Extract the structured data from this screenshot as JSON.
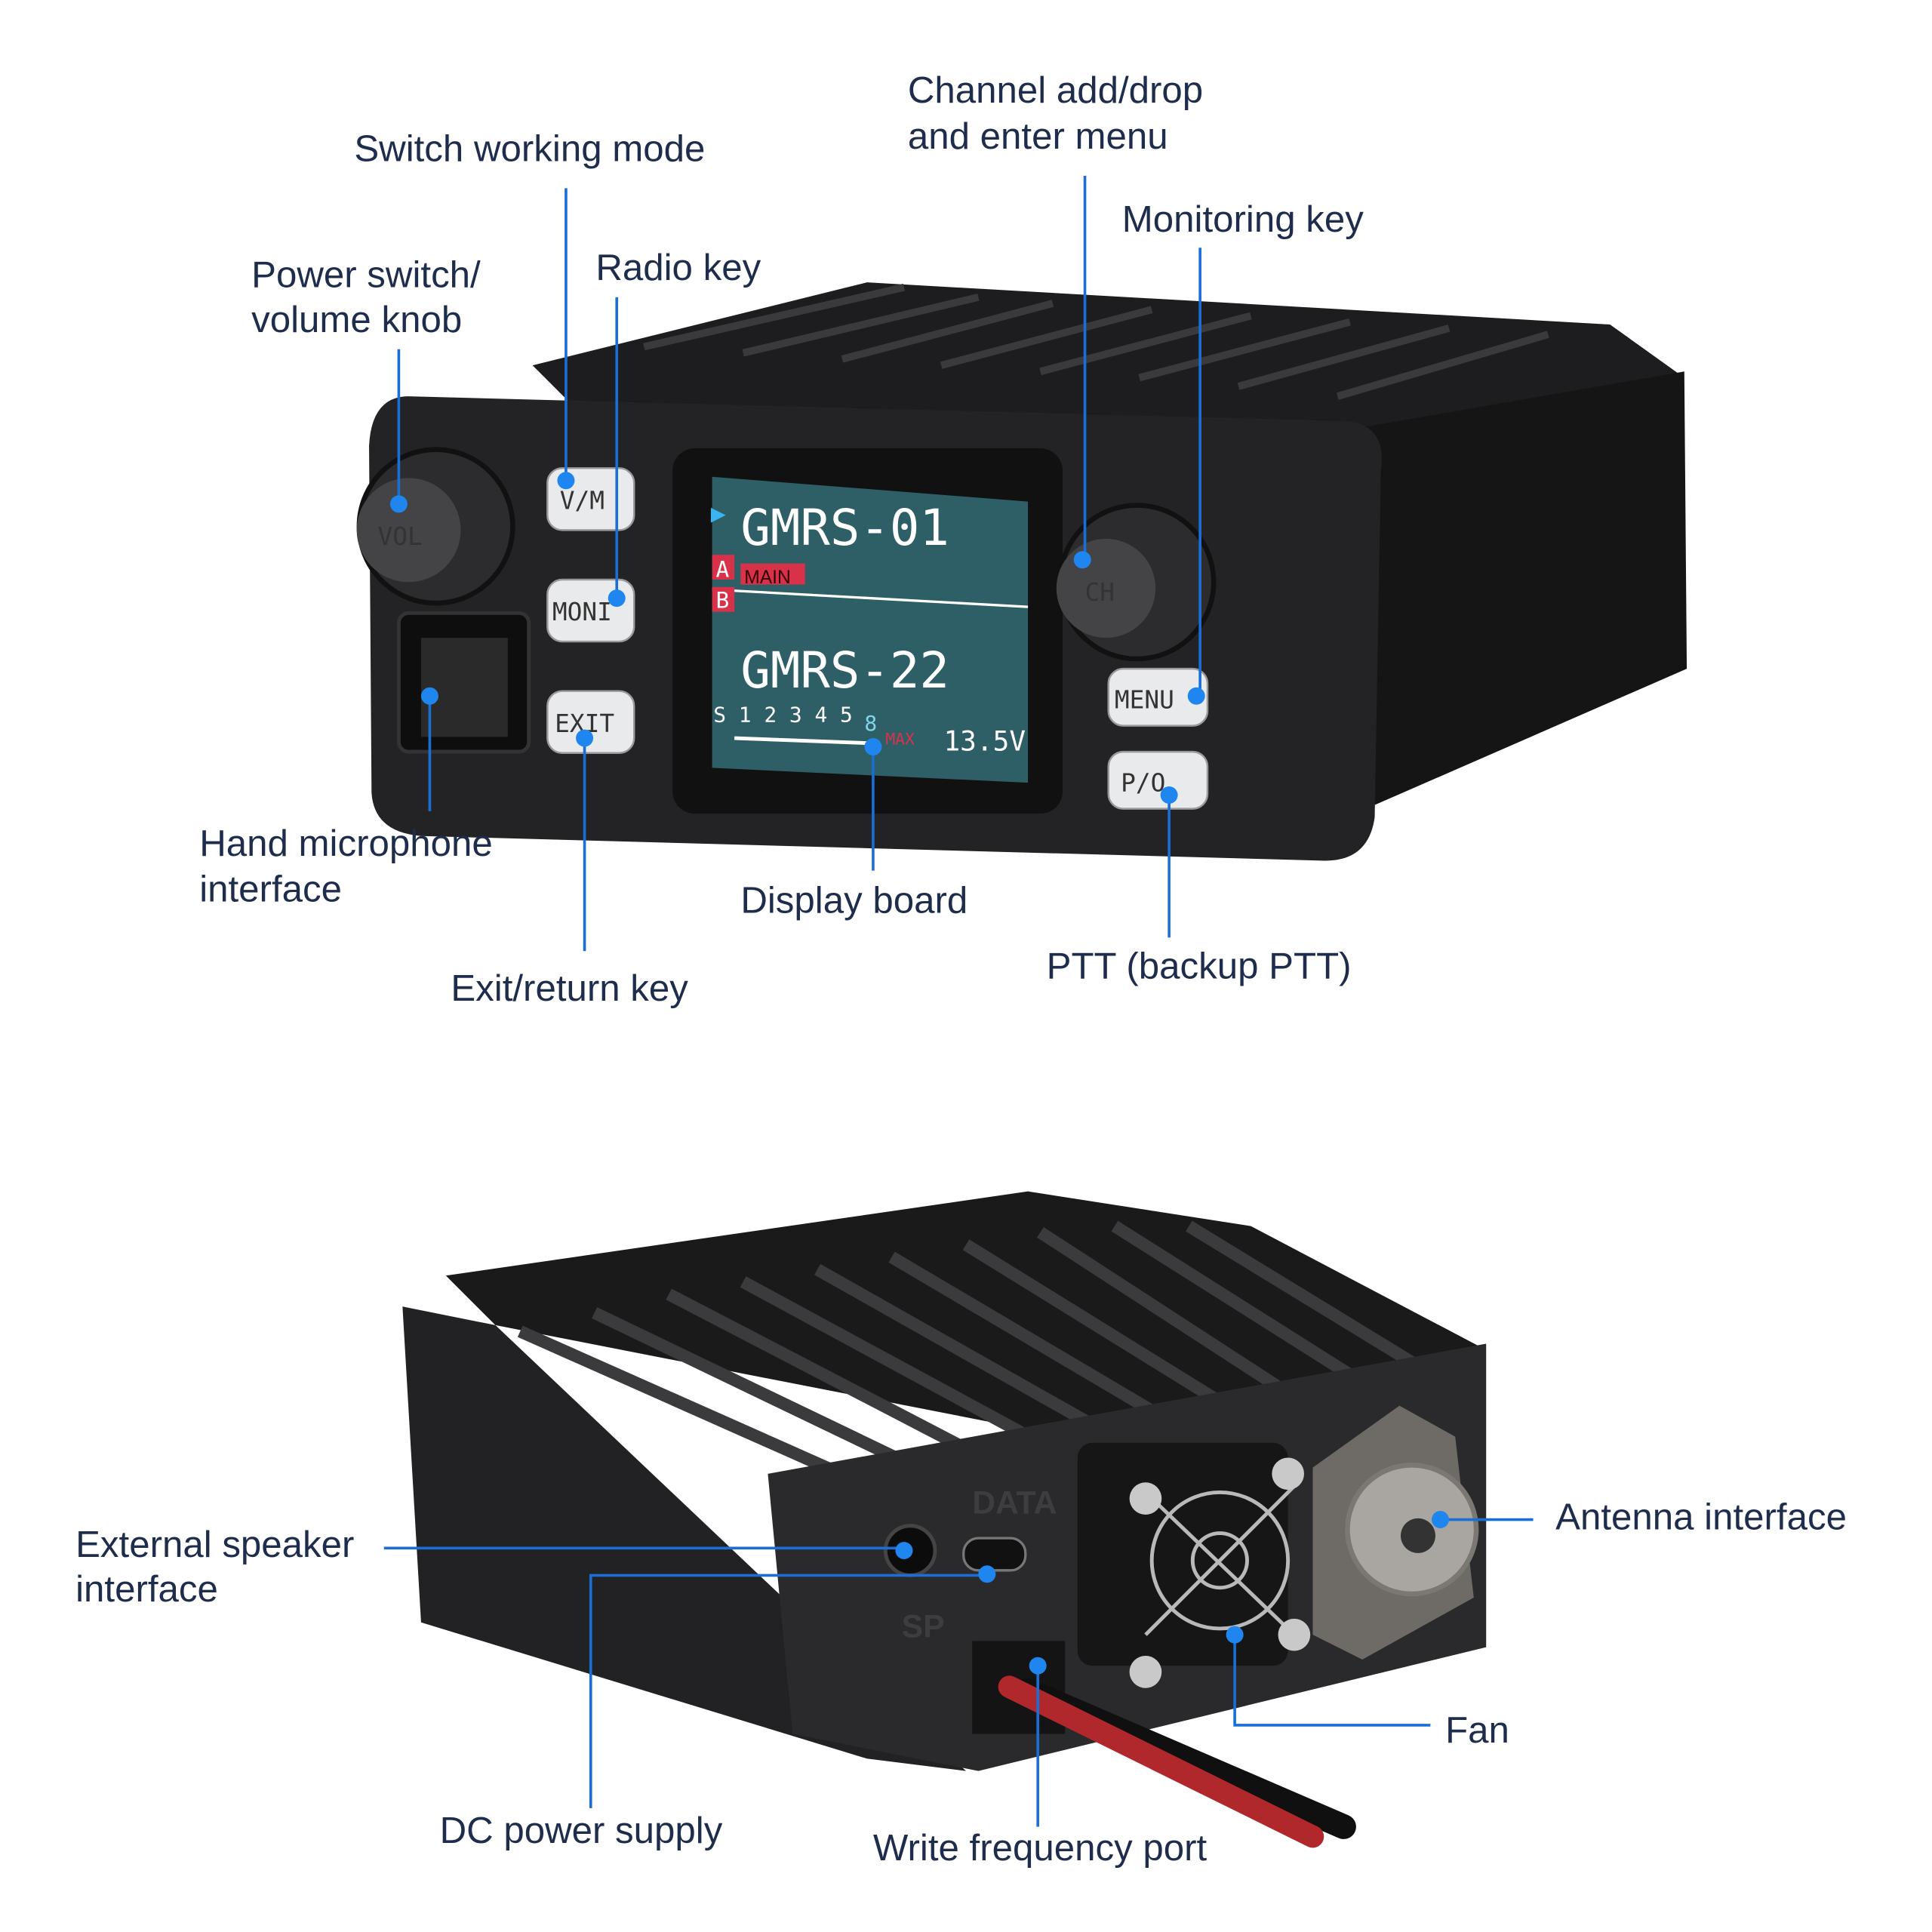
{
  "labels": {
    "switch_mode": "Switch working mode",
    "channel_1": "Channel add/drop",
    "channel_2": "and enter menu",
    "monitoring": "Monitoring key",
    "power_1": "Power switch/",
    "power_2": "volume knob",
    "radio_key": "Radio key",
    "mic_1": "Hand microphone",
    "mic_2": "interface",
    "display": "Display board",
    "exit": "Exit/return key",
    "ptt": "PTT (backup PTT)",
    "speaker_1": "External speaker",
    "speaker_2": "interface",
    "antenna": "Antenna interface",
    "fan": "Fan",
    "dc": "DC power supply",
    "write": "Write frequency port"
  },
  "device": {
    "knob_vol": "VOL",
    "knob_ch": "CH",
    "btn_vm": "V/M",
    "btn_moni": "MONI",
    "btn_exit": "EXIT",
    "btn_menu": "MENU",
    "btn_po": "P/O",
    "rear_data": "DATA",
    "rear_sp": "SP"
  },
  "screen": {
    "channel_a": "GMRS-01",
    "channel_b": "GMRS-22",
    "tag_a": "A",
    "tag_b": "B",
    "main": "MAIN",
    "s_meter": "S 1 2 3 4 5",
    "s_eight": "8",
    "max": "MAX",
    "voltage": "13.5V"
  },
  "colors": {
    "callout": "#1a6fd6",
    "screen": "#2f5f66",
    "label": "#1f2d4d"
  }
}
